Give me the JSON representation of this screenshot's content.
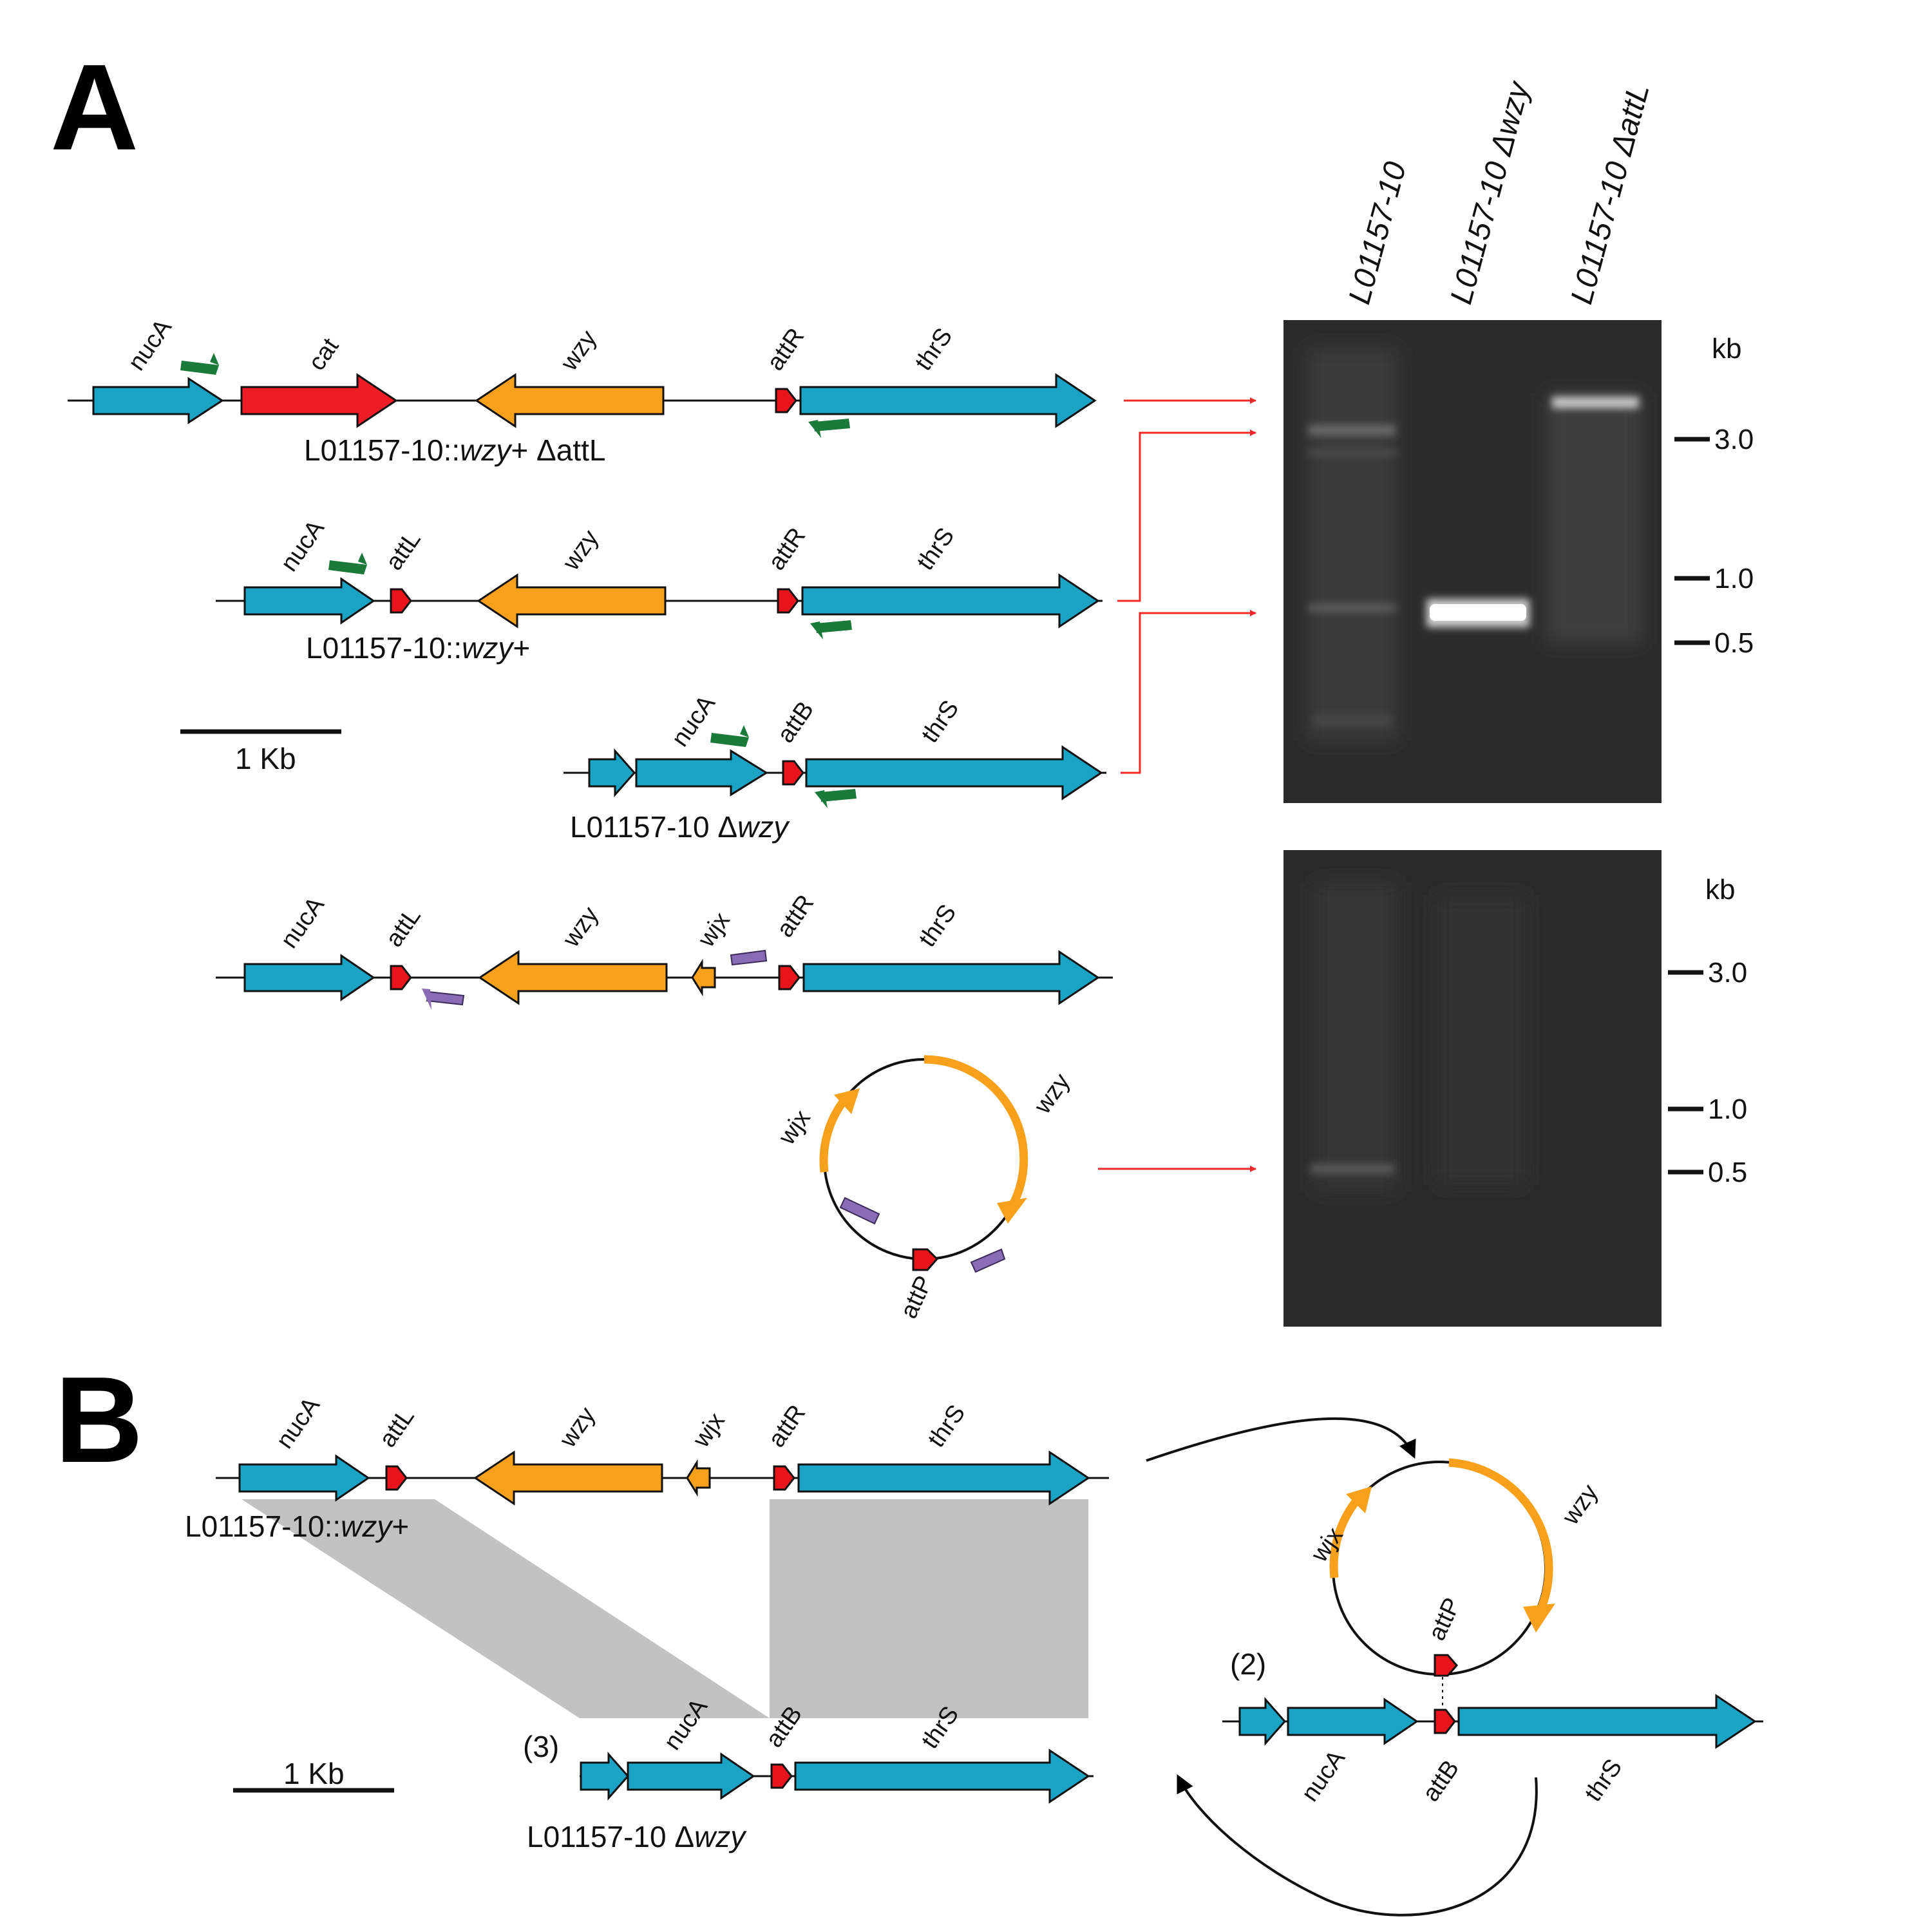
{
  "panels": {
    "a": "A",
    "b": "B"
  },
  "gene_names": {
    "nucA": "nucA",
    "cat": "cat",
    "wzy": "wzy",
    "wjx": "wjx",
    "attR": "attR",
    "attL": "attL",
    "attB": "attB",
    "attP": "attP",
    "thrS": "thrS"
  },
  "strains": {
    "s1_prefix": "L01157-10::",
    "s1_italic": "wzy",
    "s1_suffix": "+ ΔattL",
    "s2_prefix": "L01157-10::",
    "s2_italic": "wzy",
    "s2_suffix": "+",
    "s3_prefix": "L01157-10 Δ",
    "s3_italic": "wzy",
    "b1_prefix": "L01157-10::",
    "b1_italic": "wzy",
    "b1_suffix": "+",
    "b3_prefix": "L01157-10 Δ",
    "b3_italic": "wzy"
  },
  "scale_bar": "1 Kb",
  "gel": {
    "lanes": [
      "L01157-10",
      "L01157-10 Δwzy",
      "L01157-10 ΔattL"
    ],
    "unit": "kb",
    "markers": [
      "3.0",
      "1.0",
      "0.5"
    ]
  },
  "steps": {
    "two": "(2)",
    "three": "(3)"
  },
  "colors": {
    "gene_blue": "#1ba3c6",
    "gene_red": "#ee1c25",
    "gene_orange": "#f7a01c",
    "att_red": "#e8141c",
    "primer_green": "#1b7a3a",
    "primer_purple": "#8a6bb5",
    "arrow_red": "#ee2a2a",
    "homology_gray": "#c2c2c2",
    "gel_bg": "#2b2b2b"
  }
}
